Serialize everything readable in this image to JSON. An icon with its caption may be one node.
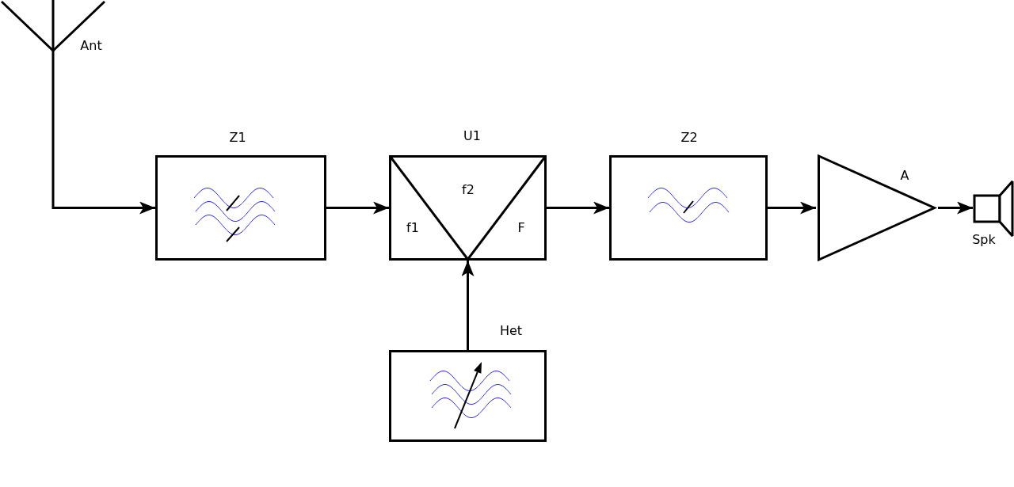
{
  "diagram": {
    "nodes": [
      {
        "text": [
          "Ant"
        ]
      },
      {
        "text": [
          "Z1"
        ]
      },
      {
        "text": [
          "U1",
          "f2",
          "f1",
          "F"
        ]
      },
      {
        "text": [
          "Z2"
        ]
      },
      {
        "text": [
          "A"
        ]
      },
      {
        "text": [
          "Spk"
        ]
      },
      {
        "text": [
          "Het"
        ]
      }
    ],
    "edges": [
      {
        "from": 0,
        "to": 1,
        "arrow": "to"
      },
      {
        "from": 1,
        "to": 2,
        "arrow": "to"
      },
      {
        "from": 2,
        "to": 3,
        "arrow": "to"
      },
      {
        "from": 3,
        "to": 4,
        "arrow": "to"
      },
      {
        "from": 4,
        "to": 5,
        "arrow": "to"
      },
      {
        "from": 6,
        "to": 2,
        "arrow": "to"
      }
    ]
  }
}
